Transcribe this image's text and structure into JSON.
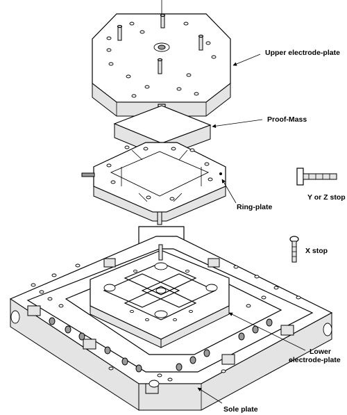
{
  "labels": {
    "upper_electrode_plate": "Upper electrode-plate",
    "proof_mass": "Proof-Mass",
    "ring_plate": "Ring-plate",
    "y_or_z_stop": "Y or Z stop",
    "x_stop": "X stop",
    "lower_electrode_plate_line1": "Lower",
    "lower_electrode_plate_line2": "electrode-plate",
    "sole_plate": "Sole plate"
  }
}
